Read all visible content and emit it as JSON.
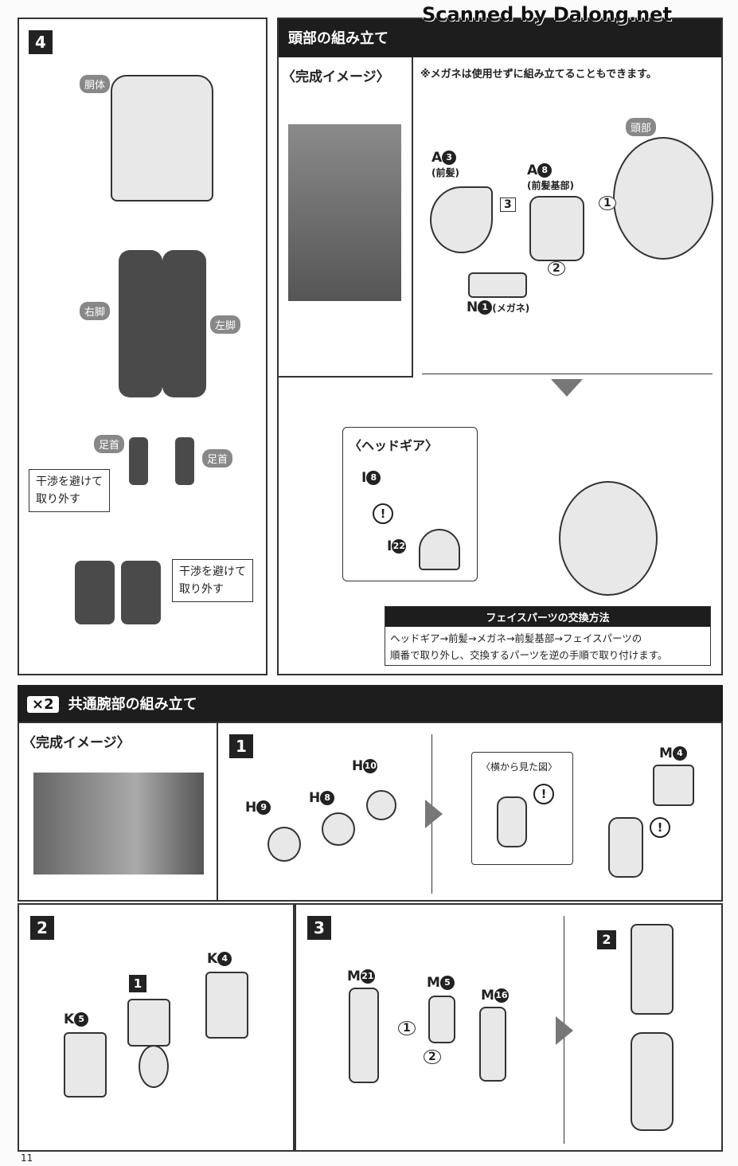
{
  "watermark": "Scanned by Dalong.net",
  "page_number": "11",
  "step4": {
    "number": "4",
    "labels": {
      "torso": "胴体",
      "right_leg": "右脚",
      "left_leg": "左脚",
      "ankle_r": "足首",
      "ankle_l": "足首"
    },
    "note1": "干渉を避けて\n取り外す",
    "note2": "干渉を避けて\n取り外す"
  },
  "head": {
    "title": "頭部の組み立て",
    "complete_image": "〈完成イメージ〉",
    "note": "※メガネは使用せずに組み立てることもできます。",
    "head_label": "頭部",
    "parts": {
      "a3": "A",
      "a3_num": "3",
      "a3_name": "(前髪)",
      "a8": "A",
      "a8_num": "8",
      "a8_name": "(前髪基部)",
      "n1": "N",
      "n1_num": "1",
      "n1_name": "(メガネ)"
    },
    "steps": [
      "1",
      "2",
      "3"
    ],
    "headgear": {
      "title": "〈ヘッドギア〉",
      "i8": "I",
      "i8_num": "8",
      "i22": "I",
      "i22_num": "22"
    },
    "exchange": {
      "title": "フェイスパーツの交換方法",
      "line1": "ヘッドギア→前髪→メガネ→前髪基部→フェイスパーツの",
      "line2": "順番で取り外し、交換するパーツを逆の手順で取り付けます。"
    }
  },
  "arm": {
    "multiplier": "×2",
    "title": "共通腕部の組み立て",
    "complete_image": "〈完成イメージ〉",
    "step1": {
      "number": "1",
      "h9": "H",
      "h9_num": "9",
      "h8": "H",
      "h8_num": "8",
      "h10": "H",
      "h10_num": "10",
      "side_view": "〈横から見た図〉",
      "m4": "M",
      "m4_num": "4"
    },
    "step2": {
      "number": "2",
      "ref": "1",
      "k4": "K",
      "k4_num": "4",
      "k5": "K",
      "k5_num": "5"
    },
    "step3": {
      "number": "3",
      "m21": "M",
      "m21_num": "21",
      "m5": "M",
      "m5_num": "5",
      "m16": "M",
      "m16_num": "16",
      "ref": "2",
      "sub": [
        "1",
        "2"
      ]
    }
  }
}
